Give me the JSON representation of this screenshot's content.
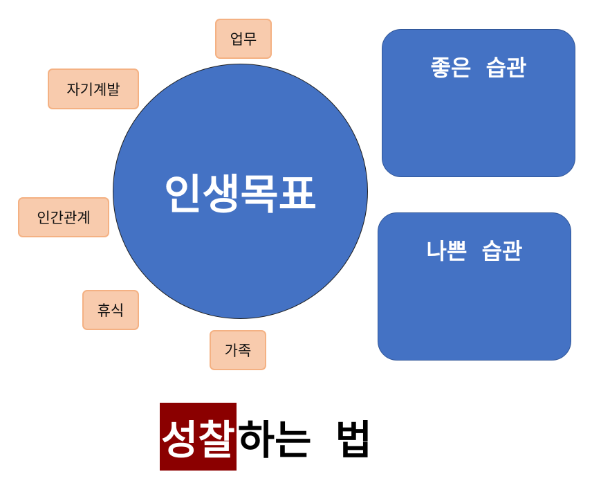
{
  "diagram": {
    "center": {
      "label": "인생목표"
    },
    "areas": [
      "업무",
      "자기계발",
      "인간관계",
      "휴식",
      "가족"
    ],
    "habits": {
      "good": "좋은 습관",
      "bad": "나쁜 습관"
    },
    "footer": {
      "highlight": "성찰",
      "rest": "하는 법"
    }
  },
  "colors": {
    "circle": "#4472C4",
    "tag_fill": "#F8CBAD",
    "tag_border": "#F4B183",
    "highlight": "#8B0000"
  }
}
